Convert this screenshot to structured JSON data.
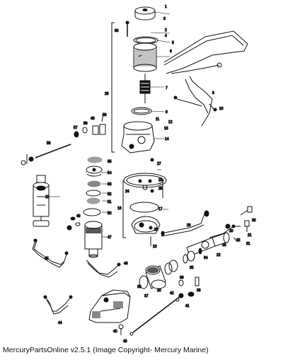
{
  "footer": "MercuryPartsOnline v2.5.1 (Image Copyright- Mercury Marine)",
  "callouts": [
    "1",
    "2",
    "3",
    "4",
    "5",
    "6",
    "7",
    "8",
    "9",
    "10",
    "11",
    "12",
    "13",
    "14",
    "15",
    "16",
    "17",
    "18",
    "19",
    "20",
    "21",
    "22",
    "23",
    "24",
    "25",
    "26",
    "27",
    "28",
    "29",
    "30",
    "31",
    "32",
    "33",
    "34",
    "35",
    "36",
    "37",
    "38",
    "39",
    "40",
    "41",
    "42",
    "43",
    "44",
    "45",
    "46",
    "47",
    "48",
    "49",
    "50",
    "51",
    "52",
    "53",
    "54",
    "55",
    "56",
    "57",
    "58",
    "59",
    "60"
  ]
}
